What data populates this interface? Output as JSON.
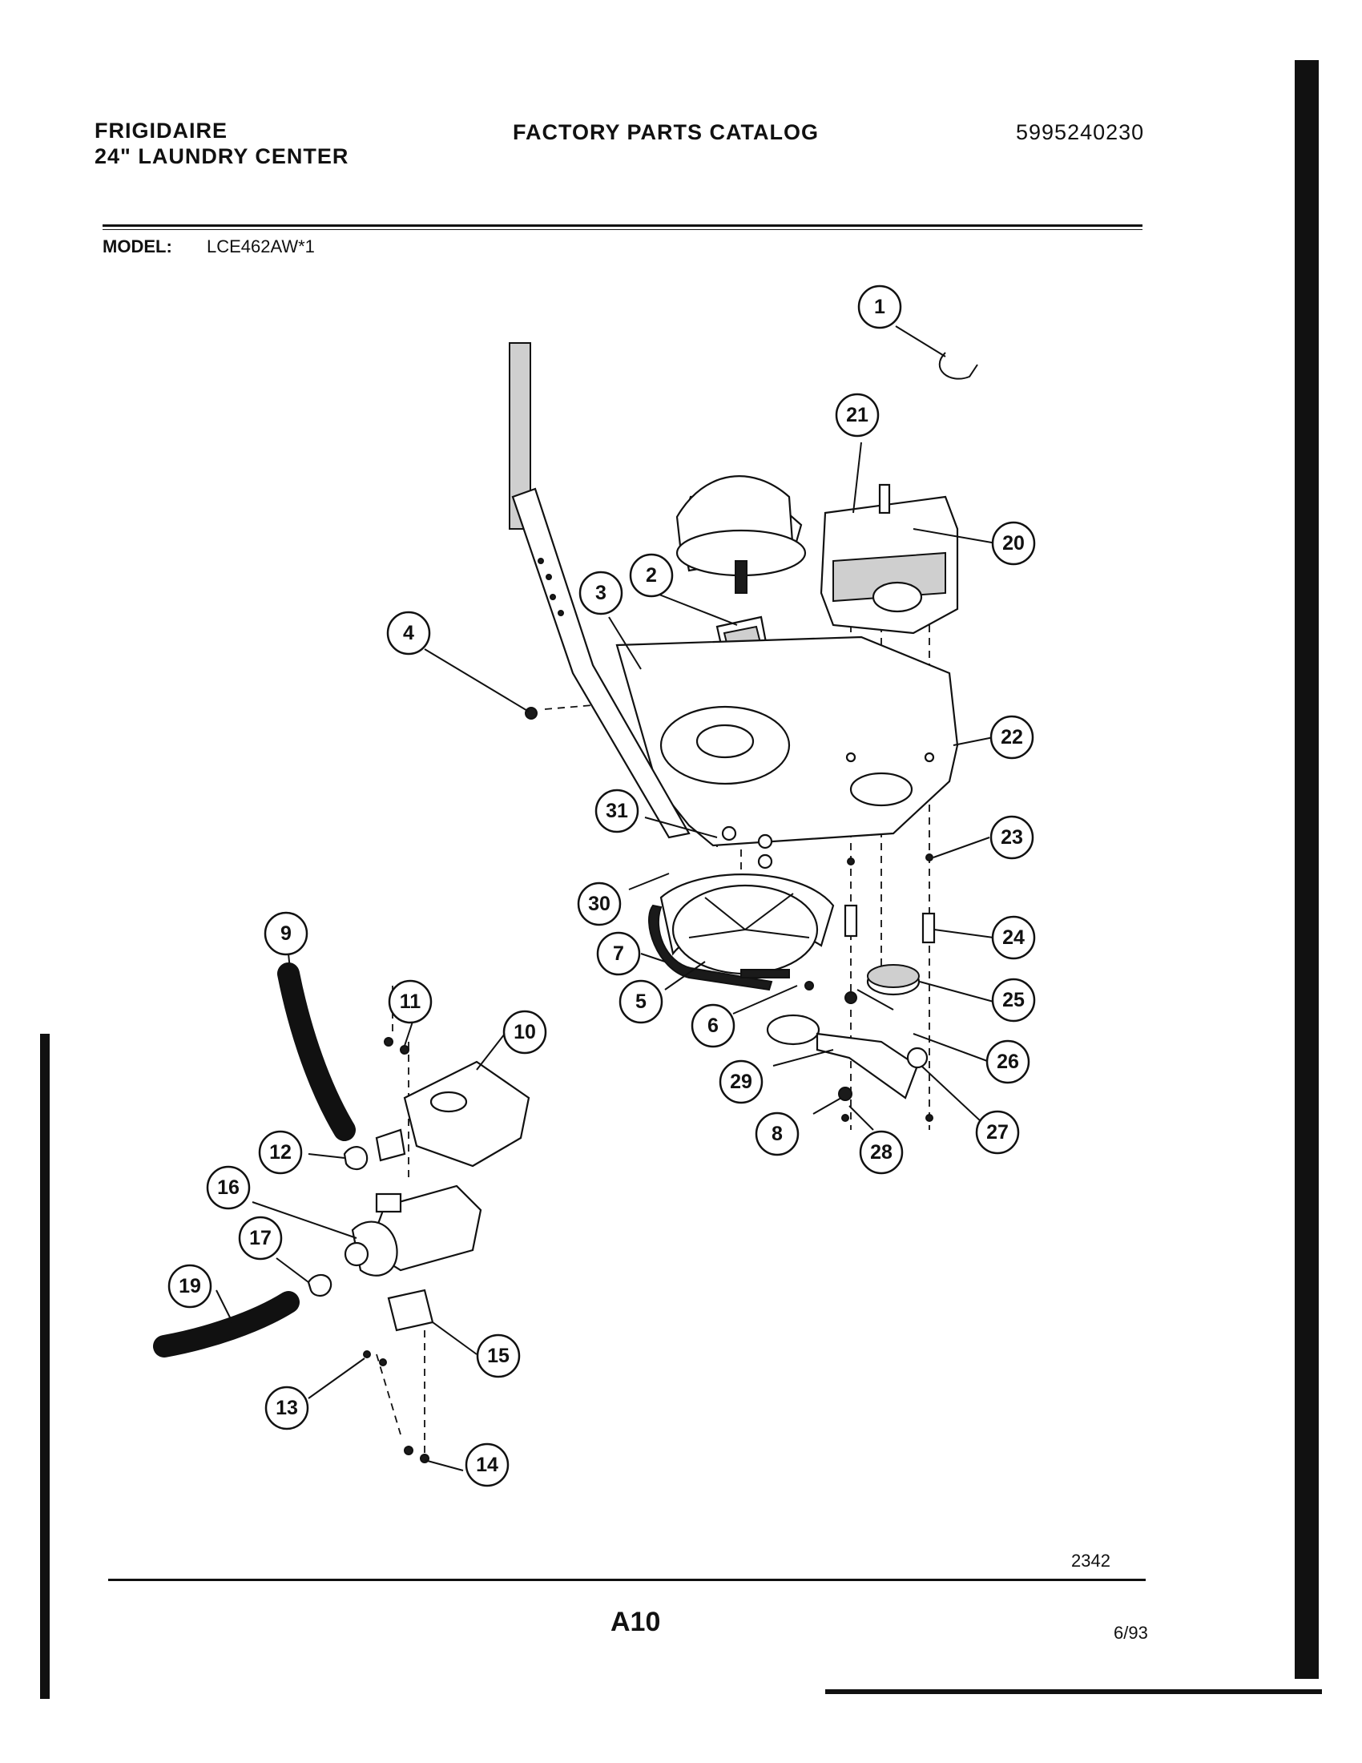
{
  "header": {
    "brand": "FRIGIDAIRE",
    "product": "24\" LAUNDRY CENTER",
    "catalog_title": "FACTORY PARTS CATALOG",
    "catalog_number": "5995240230",
    "model_label": "MODEL:",
    "model_value": "LCE462AW*1"
  },
  "callouts": [
    "1",
    "2",
    "3",
    "4",
    "5",
    "6",
    "7",
    "8",
    "9",
    "10",
    "11",
    "12",
    "13",
    "14",
    "15",
    "16",
    "17",
    "19",
    "20",
    "21",
    "22",
    "23",
    "24",
    "25",
    "26",
    "27",
    "28",
    "29",
    "30",
    "31"
  ],
  "footer": {
    "diagram_number": "2342",
    "page_label": "A10",
    "date": "6/93"
  }
}
